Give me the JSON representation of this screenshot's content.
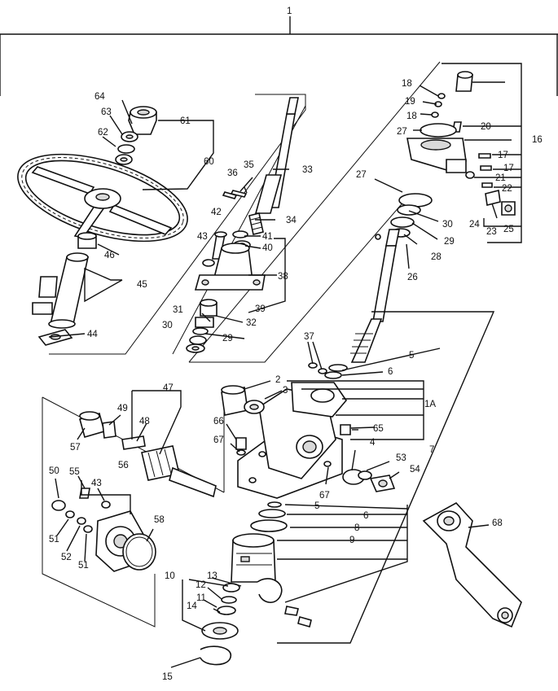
{
  "diagram": {
    "type": "exploded-parts-diagram",
    "line_color": "#111111",
    "background": "#ffffff",
    "callouts": [
      {
        "id": "c1",
        "text": "1"
      },
      {
        "id": "c1A",
        "text": "1A"
      },
      {
        "id": "c2",
        "text": "2"
      },
      {
        "id": "c3",
        "text": "3"
      },
      {
        "id": "c4",
        "text": "4"
      },
      {
        "id": "c5a",
        "text": "5"
      },
      {
        "id": "c5b",
        "text": "5"
      },
      {
        "id": "c6a",
        "text": "6"
      },
      {
        "id": "c6b",
        "text": "6"
      },
      {
        "id": "c7",
        "text": "7"
      },
      {
        "id": "c8",
        "text": "8"
      },
      {
        "id": "c9",
        "text": "9"
      },
      {
        "id": "c10",
        "text": "10"
      },
      {
        "id": "c11",
        "text": "11"
      },
      {
        "id": "c12",
        "text": "12"
      },
      {
        "id": "c13",
        "text": "13"
      },
      {
        "id": "c14",
        "text": "14"
      },
      {
        "id": "c15",
        "text": "15"
      },
      {
        "id": "c16",
        "text": "16"
      },
      {
        "id": "c17a",
        "text": "17"
      },
      {
        "id": "c17b",
        "text": "17"
      },
      {
        "id": "c18a",
        "text": "18"
      },
      {
        "id": "c18b",
        "text": "18"
      },
      {
        "id": "c19",
        "text": "19"
      },
      {
        "id": "c20",
        "text": "20"
      },
      {
        "id": "c21",
        "text": "21"
      },
      {
        "id": "c22",
        "text": "22"
      },
      {
        "id": "c23",
        "text": "23"
      },
      {
        "id": "c24",
        "text": "24"
      },
      {
        "id": "c25",
        "text": "25"
      },
      {
        "id": "c26",
        "text": "26"
      },
      {
        "id": "c27a",
        "text": "27"
      },
      {
        "id": "c27b",
        "text": "27"
      },
      {
        "id": "c28",
        "text": "28"
      },
      {
        "id": "c29a",
        "text": "29"
      },
      {
        "id": "c29b",
        "text": "29"
      },
      {
        "id": "c30a",
        "text": "30"
      },
      {
        "id": "c30b",
        "text": "30"
      },
      {
        "id": "c31",
        "text": "31"
      },
      {
        "id": "c32",
        "text": "32"
      },
      {
        "id": "c33",
        "text": "33"
      },
      {
        "id": "c34",
        "text": "34"
      },
      {
        "id": "c35",
        "text": "35"
      },
      {
        "id": "c36",
        "text": "36"
      },
      {
        "id": "c37",
        "text": "37"
      },
      {
        "id": "c38",
        "text": "38"
      },
      {
        "id": "c39",
        "text": "39"
      },
      {
        "id": "c40",
        "text": "40"
      },
      {
        "id": "c41",
        "text": "41"
      },
      {
        "id": "c42",
        "text": "42"
      },
      {
        "id": "c43a",
        "text": "43"
      },
      {
        "id": "c43b",
        "text": "43"
      },
      {
        "id": "c44",
        "text": "44"
      },
      {
        "id": "c45",
        "text": "45"
      },
      {
        "id": "c46",
        "text": "46"
      },
      {
        "id": "c47",
        "text": "47"
      },
      {
        "id": "c48",
        "text": "48"
      },
      {
        "id": "c49",
        "text": "49"
      },
      {
        "id": "c50",
        "text": "50"
      },
      {
        "id": "c51a",
        "text": "51"
      },
      {
        "id": "c51b",
        "text": "51"
      },
      {
        "id": "c52",
        "text": "52"
      },
      {
        "id": "c53",
        "text": "53"
      },
      {
        "id": "c54",
        "text": "54"
      },
      {
        "id": "c55",
        "text": "55"
      },
      {
        "id": "c56",
        "text": "56"
      },
      {
        "id": "c57",
        "text": "57"
      },
      {
        "id": "c58",
        "text": "58"
      },
      {
        "id": "c60",
        "text": "60"
      },
      {
        "id": "c61",
        "text": "61"
      },
      {
        "id": "c62",
        "text": "62"
      },
      {
        "id": "c63",
        "text": "63"
      },
      {
        "id": "c64",
        "text": "64"
      },
      {
        "id": "c65",
        "text": "65"
      },
      {
        "id": "c66",
        "text": "66"
      },
      {
        "id": "c67a",
        "text": "67"
      },
      {
        "id": "c67b",
        "text": "67"
      },
      {
        "id": "c68",
        "text": "68"
      }
    ]
  }
}
